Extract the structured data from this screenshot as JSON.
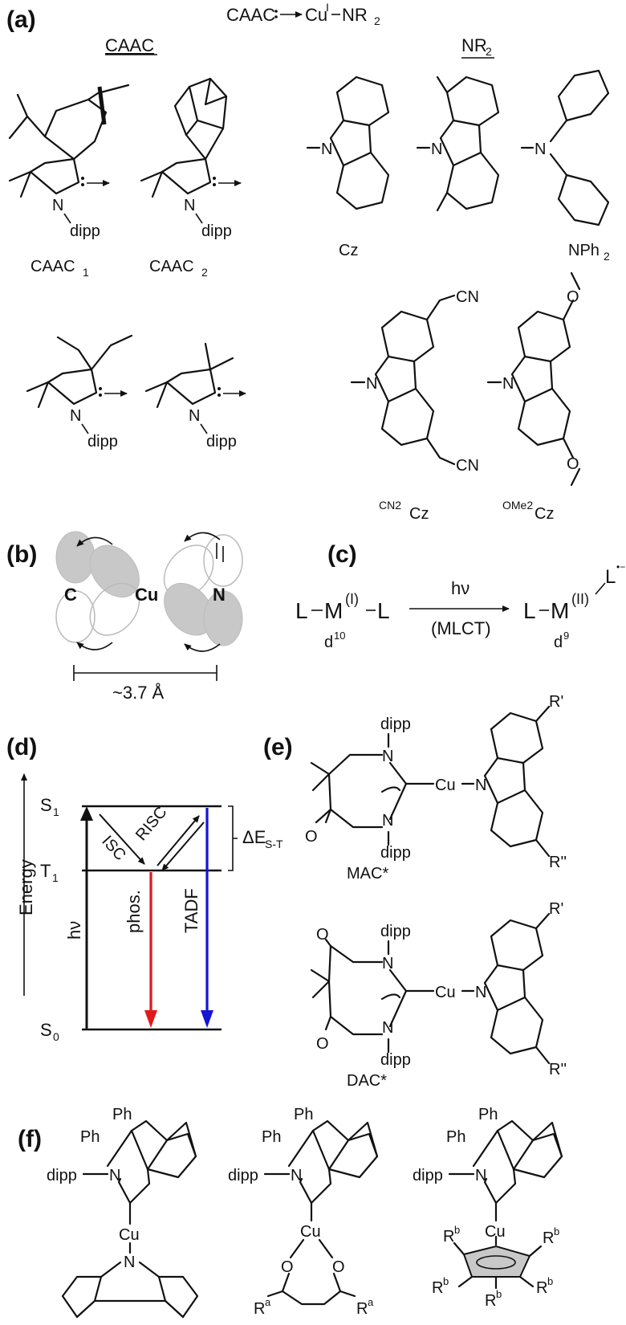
{
  "panels": {
    "a": {
      "label": "(a)",
      "formula_left": "CAAC",
      "formula_right": "Cu",
      "formula_sup": "I",
      "formula_tail": "NR",
      "formula_sub": "2",
      "header_caac": "CAAC",
      "header_nr2": "NR",
      "header_nr2_sub": "2",
      "caac1_name": "CAAC",
      "caac1_sub": "1",
      "caac2_name": "CAAC",
      "caac2_sub": "2",
      "dipp": "dipp",
      "n_atom": "N",
      "cz": "Cz",
      "nph2": "NPh",
      "nph2_sub": "2",
      "cn": "CN",
      "cn2cz_sup": "CN2",
      "cn2cz": "Cz",
      "ome2cz_sup": "OMe2",
      "ome2cz": "Cz",
      "o_atom": "O"
    },
    "b": {
      "label": "(b)",
      "c_atom": "C",
      "cu_atom": "Cu",
      "n_atom": "N",
      "distance": "~3.7 Å"
    },
    "c": {
      "label": "(c)",
      "left": "L",
      "metal": "M",
      "ox_left": "(I)",
      "ox_right": "(II)",
      "d10": "d",
      "d10_sup": "10",
      "d9": "d",
      "d9_sup": "9",
      "hv": "hν",
      "mlct": "(MLCT)",
      "radical": "•−"
    },
    "d": {
      "label": "(d)",
      "energy": "Energy",
      "s1": "S",
      "s1_sub": "1",
      "t1": "T",
      "t1_sub": "1",
      "s0": "S",
      "s0_sub": "0",
      "hv": "hν",
      "isc": "ISC",
      "risc": "RISC",
      "phos": "phos.",
      "tadf": "TADF",
      "gap": "ΔE",
      "gap_sub": "S-T",
      "colors": {
        "phos": "#e0191c",
        "tadf": "#1414d4",
        "excitation": "#111111"
      }
    },
    "e": {
      "label": "(e)",
      "dipp": "dipp",
      "cu": "Cu",
      "n_atom": "N",
      "o_atom": "O",
      "r1": "R'",
      "r2": "R''",
      "mac": "MAC*",
      "dac": "DAC*"
    },
    "f": {
      "label": "(f)",
      "ph": "Ph",
      "dipp": "dipp",
      "n_atom": "N",
      "cu": "Cu",
      "o_atom": "O",
      "ra": "R",
      "ra_sup": "a",
      "rb": "R",
      "rb_sup": "b"
    }
  }
}
